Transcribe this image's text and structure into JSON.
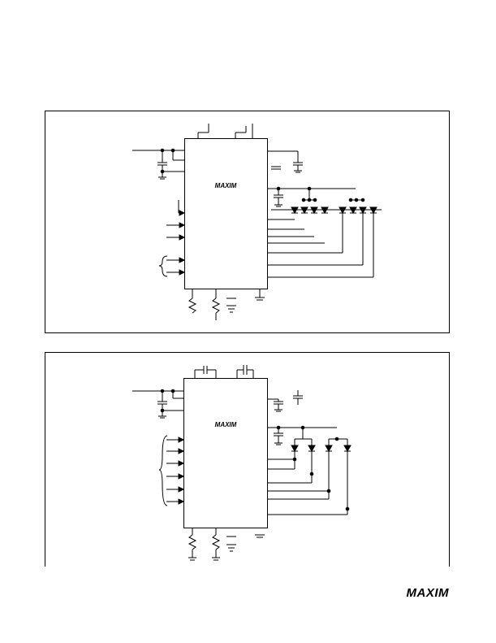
{
  "diagrams": [
    {
      "chip_logo": "MAXIM"
    },
    {
      "chip_logo": "MAXIM"
    }
  ],
  "footer": {
    "brand_logo": "MAXIM"
  }
}
